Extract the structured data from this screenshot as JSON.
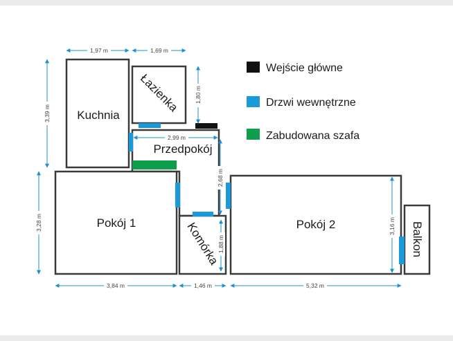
{
  "rooms": {
    "kuchnia": "Kuchnia",
    "lazienka": "Łazienka",
    "przedpokoj": "Przedpokój",
    "pokoj1": "Pokój 1",
    "komorka": "Komórka",
    "pokoj2": "Pokój 2",
    "balkon": "Balkon"
  },
  "dimensions": {
    "kuchnia_width": "1,97 m",
    "lazienka_width": "1,69 m",
    "kuchnia_height": "3,39 m",
    "lazienka_height": "1,80 m",
    "przedpokoj_width": "2,99 m",
    "przedpokoj_height": "2,68 m",
    "pokoj1_height": "3,28 m",
    "komorka_height": "1,88 m",
    "pokoj2_height": "3,16 m",
    "pokoj1_width": "3,84 m",
    "komorka_width": "1,46 m",
    "pokoj2_width": "5,32 m"
  },
  "legend": {
    "main_entrance": {
      "label": "Wejście główne",
      "color": "#111111"
    },
    "internal_doors": {
      "label": "Drzwi wewnętrzne",
      "color": "#1a9bd7"
    },
    "built_in_wardrobe": {
      "label": "Zabudowana szafa",
      "color": "#0e9e4c"
    }
  },
  "colors": {
    "wall": "#3a3a3a",
    "dimension_line": "#1f8fcf"
  }
}
